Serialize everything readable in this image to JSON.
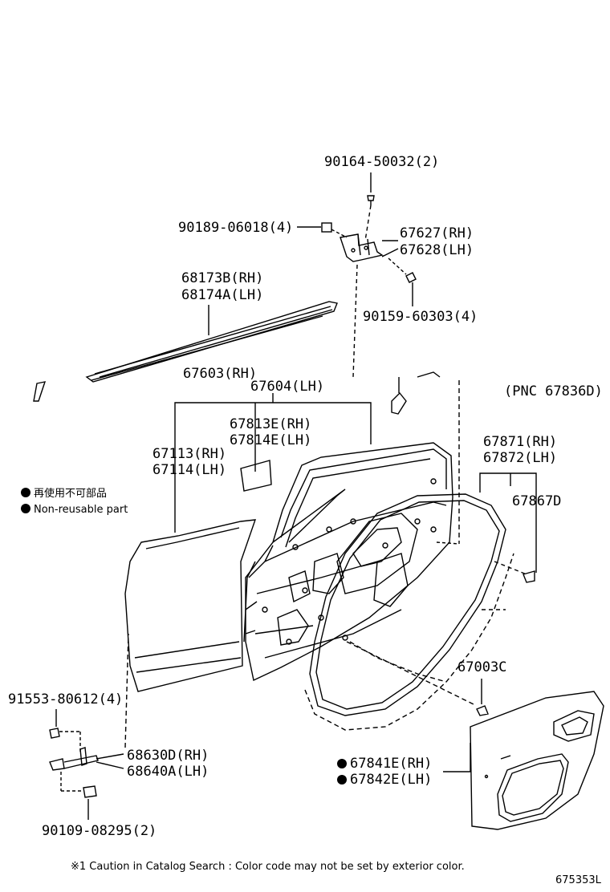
{
  "labels": {
    "p90164": "90164-50032(2)",
    "p90189": "90189-06018(4)",
    "p67627": "67627(RH)",
    "p67628": "67628(LH)",
    "p68173": "68173B(RH)",
    "p68174": "68174A(LH)",
    "p90159": "90159-60303(4)",
    "p67603": "67603(RH)",
    "p67604": "67604(LH)",
    "pnc": "(PNC 67836D)",
    "p67813": "67813E(RH)",
    "p67814": "67814E(LH)",
    "p67113": "67113(RH)",
    "p67114": "67114(LH)",
    "p67871": "67871(RH)",
    "p67872": "67872(LH)",
    "p67867": "67867D",
    "p67003": "67003C",
    "p91553": "91553-80612(4)",
    "p68630": "68630D(RH)",
    "p68640": "68640A(LH)",
    "p67841": "67841E(RH)",
    "p67842": "67842E(LH)",
    "p90109": "90109-08295(2)"
  },
  "legend": {
    "jp": "再使用不可部品",
    "en": "Non-reusable part"
  },
  "footer": {
    "caution": "※1 Caution in Catalog Search : Color code may not be set by exterior color.",
    "code": "675353L"
  }
}
